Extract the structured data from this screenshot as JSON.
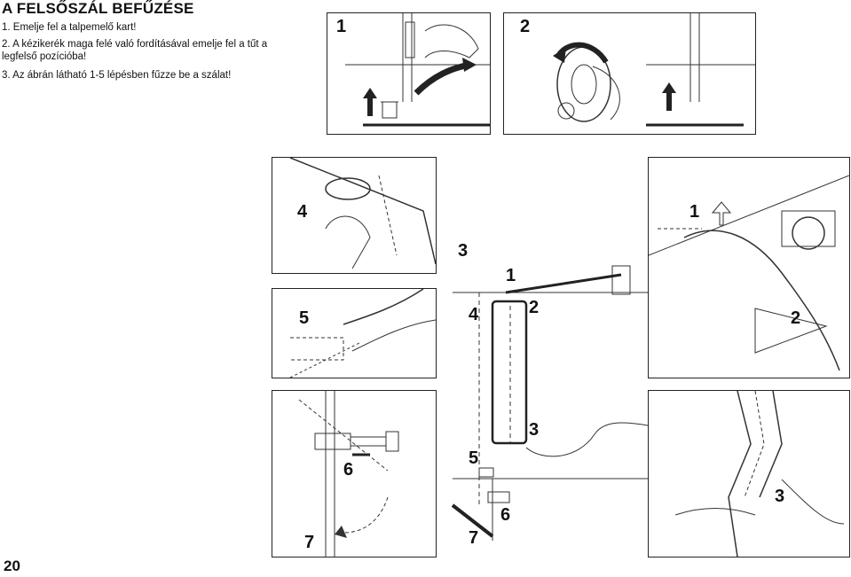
{
  "header": {
    "title": "A FELSŐSZÁL BEFŰZÉSE"
  },
  "steps": [
    "1.  Emelje fel a talpemelő kart!",
    "2. A kézikerék maga felé való fordításával emelje fel a tűt a",
    "    legfelső pozícióba!",
    "3. Az ábrán látható 1-5 lépésben fűzze be a szálat!"
  ],
  "figures": {
    "fig1_label": "1",
    "fig2_label": "2",
    "fig3_label": "3",
    "callouts": [
      "1",
      "2",
      "3",
      "4",
      "5",
      "6",
      "7"
    ]
  },
  "footer": {
    "page_number": "20"
  }
}
